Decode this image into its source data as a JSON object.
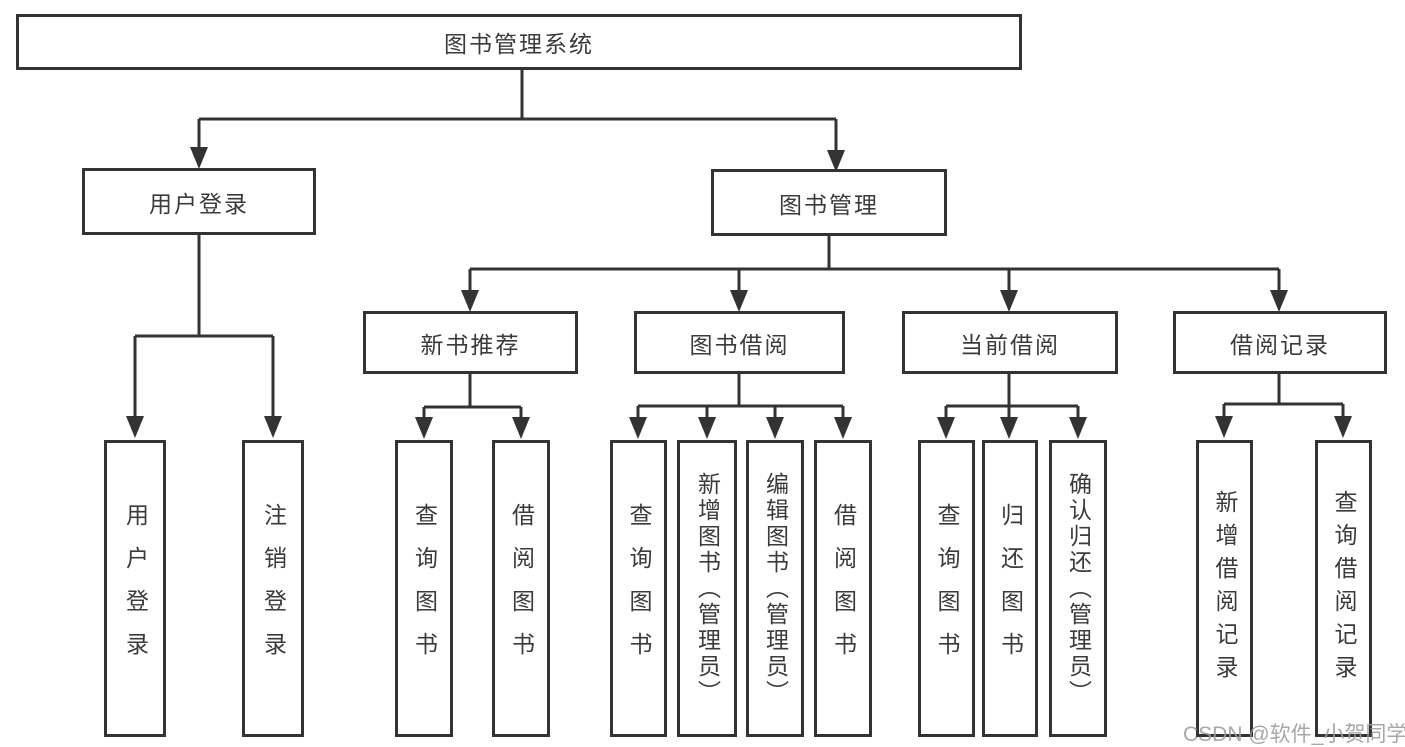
{
  "tree": {
    "label": "图书管理系统",
    "children": [
      {
        "label": "用户登录",
        "children": [
          {
            "label": "用户登录"
          },
          {
            "label": "注销登录"
          }
        ]
      },
      {
        "label": "图书管理",
        "children": [
          {
            "label": "新书推荐",
            "children": [
              {
                "label": "查询图书"
              },
              {
                "label": "借阅图书"
              }
            ]
          },
          {
            "label": "图书借阅",
            "children": [
              {
                "label": "查询图书"
              },
              {
                "label": "新增图书（管理员）"
              },
              {
                "label": "编辑图书（管理员）"
              },
              {
                "label": "借阅图书"
              }
            ]
          },
          {
            "label": "当前借阅",
            "children": [
              {
                "label": "查询图书"
              },
              {
                "label": "归还图书"
              },
              {
                "label": "确认归还（管理员）"
              }
            ]
          },
          {
            "label": "借阅记录",
            "children": [
              {
                "label": "新增借阅记录"
              },
              {
                "label": "查询借阅记录"
              }
            ]
          }
        ]
      }
    ]
  },
  "colors": {
    "line": "#333333",
    "text": "#3b3b3b",
    "watermark": "#9e9e9e"
  },
  "watermark": "CSDN @软件_小贺同学"
}
